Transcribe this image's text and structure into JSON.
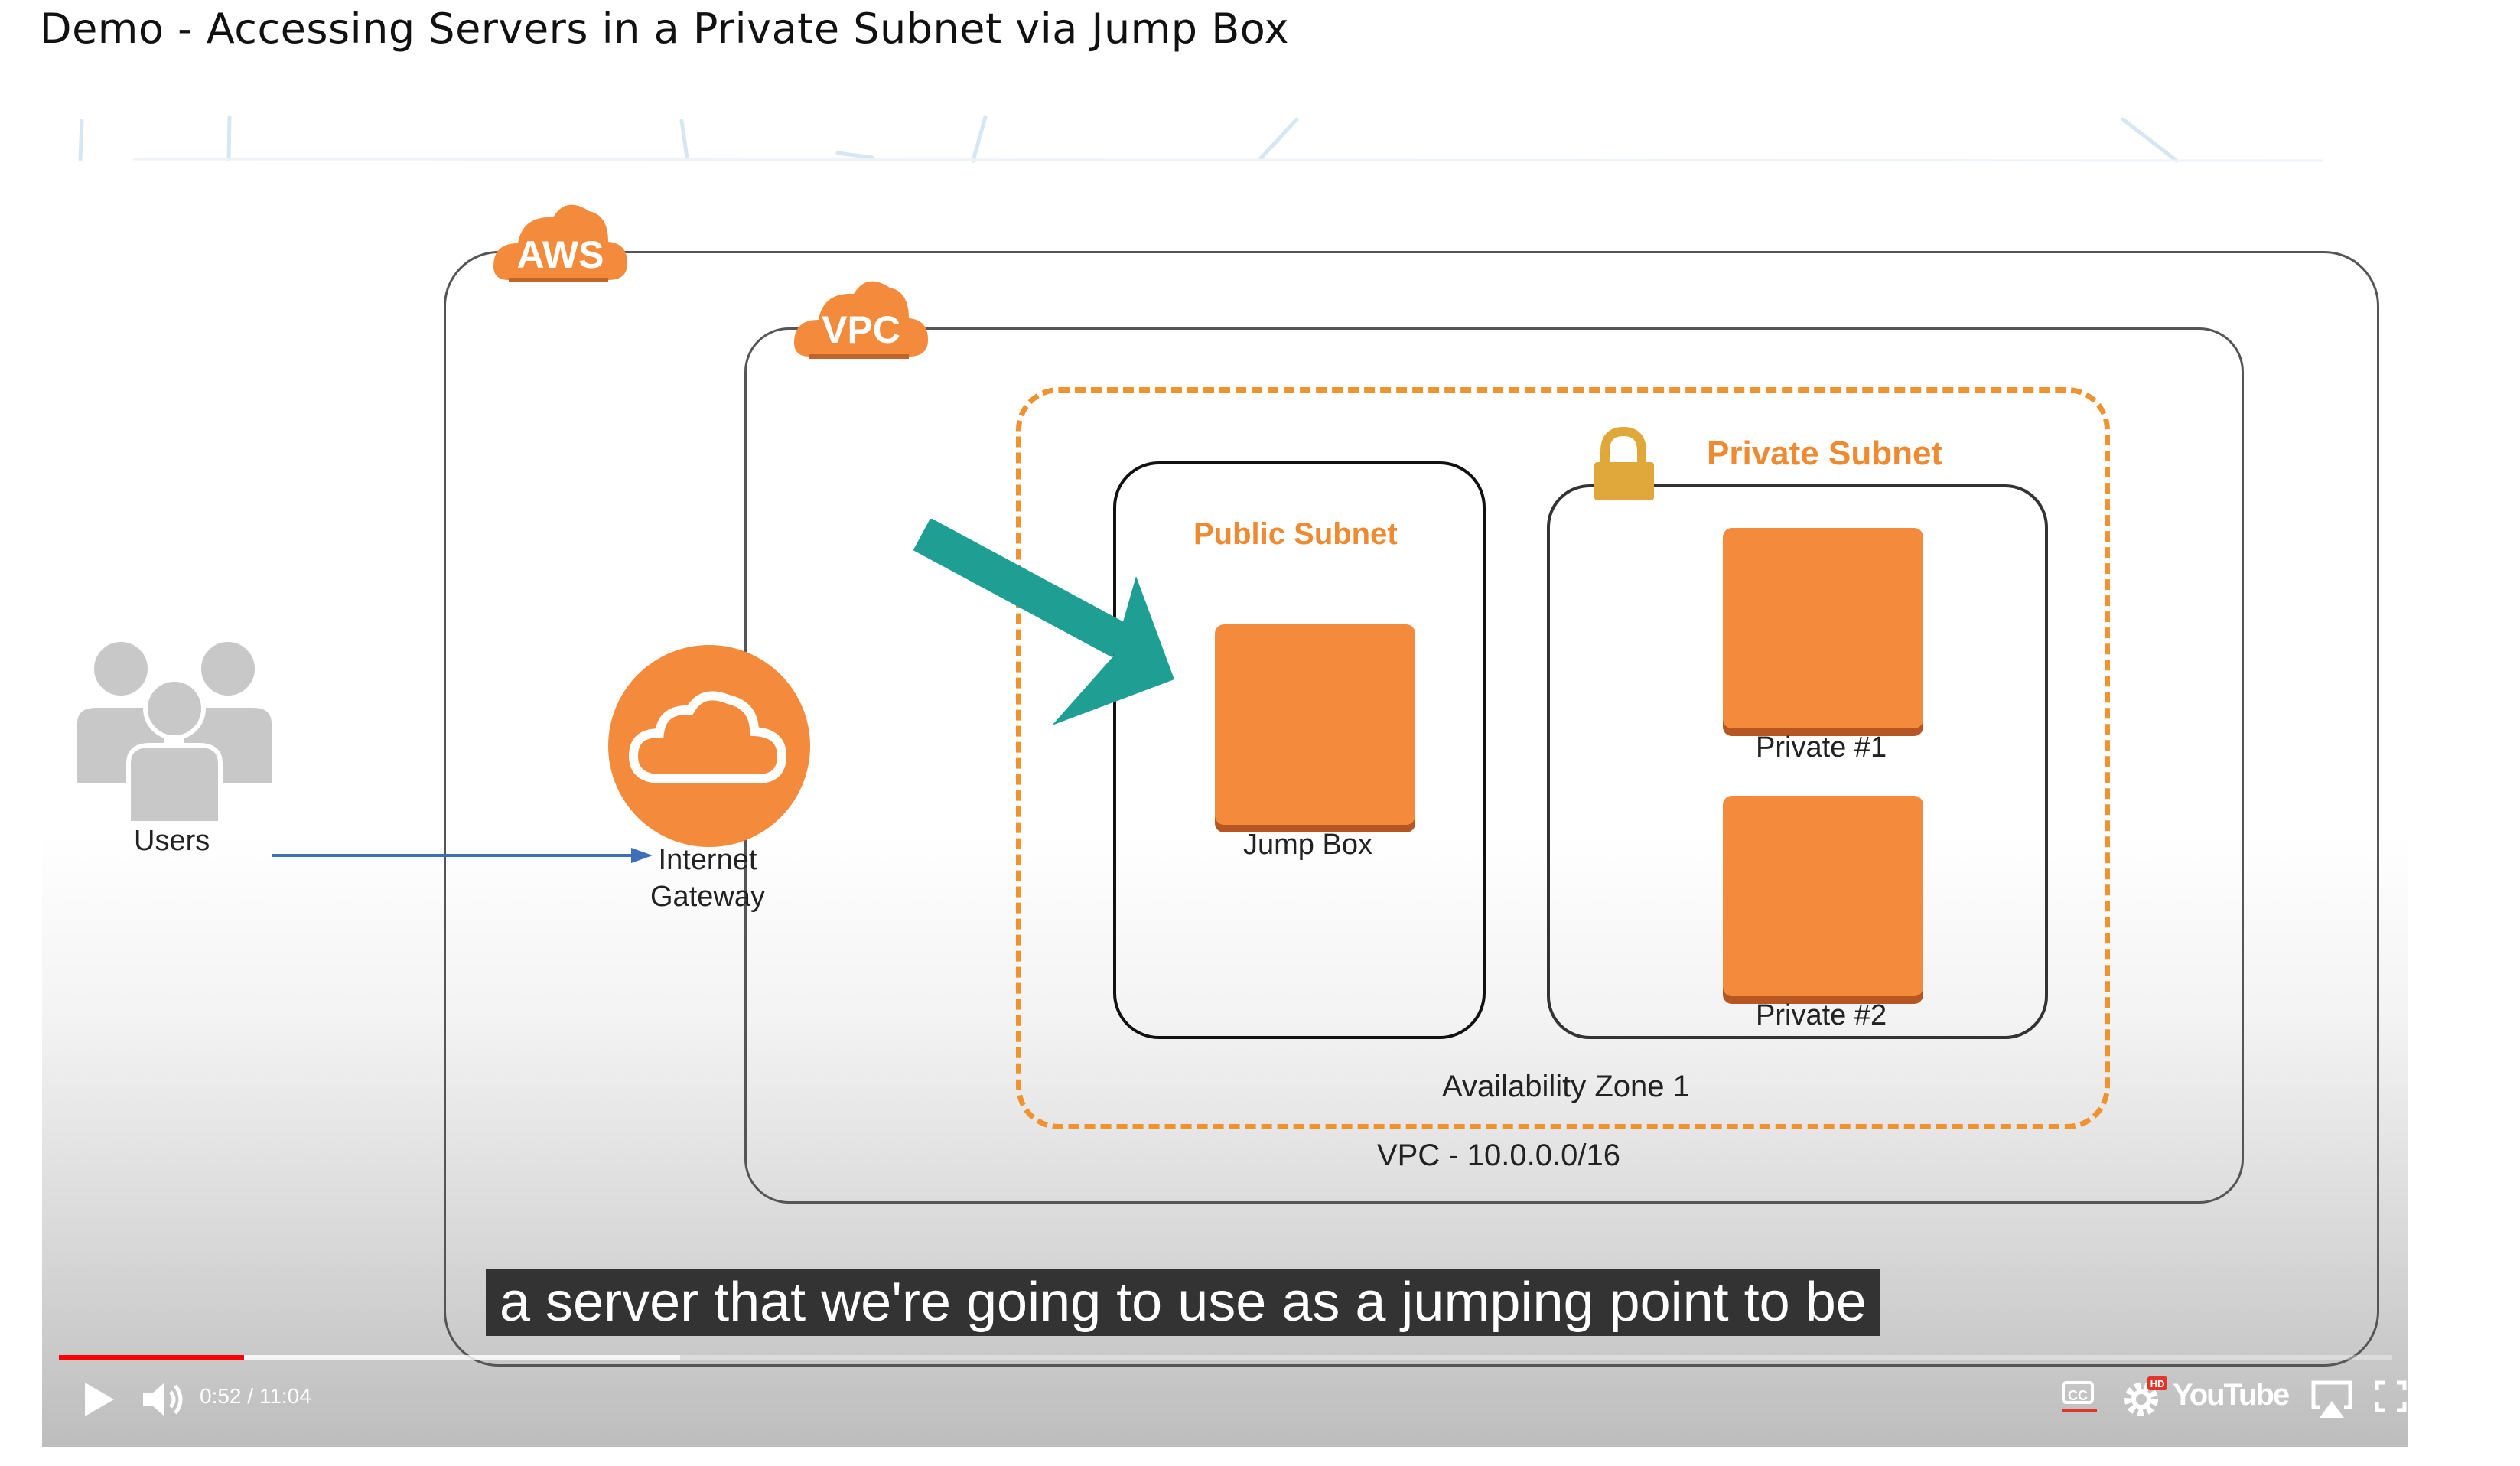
{
  "page": {
    "title": "Demo - Accessing Servers in a Private Subnet via Jump Box"
  },
  "diagram": {
    "aws_badge": "AWS",
    "vpc_badge": "VPC",
    "users_label": "Users",
    "gateway_label_line1": "Internet",
    "gateway_label_line2": "Gateway",
    "public_subnet_title": "Public Subnet",
    "private_subnet_title": "Private Subnet",
    "jump_box_label": "Jump Box",
    "private1_label": "Private #1",
    "private2_label": "Private #2",
    "availability_zone_label": "Availability Zone 1",
    "vpc_cidr_label": "VPC - 10.0.0.0/16",
    "colors": {
      "aws_orange": "#f48a3b",
      "subnet_orange": "#ee8a31",
      "arrow_teal": "#1f9e93",
      "lock_gold": "#e0a83b",
      "flow_blue": "#3d6fb6"
    },
    "icons": [
      "users-icon",
      "cloud-icon",
      "lock-icon",
      "arrow-icon"
    ]
  },
  "caption": {
    "text": "a server that we're going to use as a jumping point to be"
  },
  "player": {
    "current_time": "0:52",
    "duration": "11:04",
    "time_display": "0:52 / 11:04",
    "progress_fraction": 0.079,
    "buffered_fraction": 0.27,
    "brand": "YouTube",
    "hd_badge": "HD",
    "cc_label": "CC",
    "icons": [
      "play-icon",
      "volume-icon",
      "captions-icon",
      "settings-icon",
      "airplay-icon",
      "fullscreen-icon"
    ]
  }
}
